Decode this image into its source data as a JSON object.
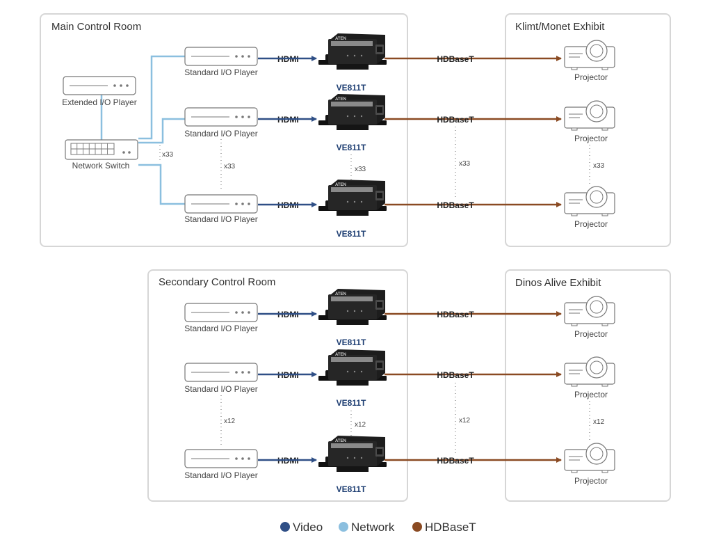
{
  "colors": {
    "video": "#2f4f86",
    "network": "#8bbfdf",
    "hdbaset": "#8a4a22",
    "panel_border": "#d6d6d6",
    "dotted": "#999999",
    "device_outline": "#777777"
  },
  "rooms": {
    "main_control": "Main Control Room",
    "secondary_control": "Secondary Control Room",
    "klimt_exhibit": "Klimt/Monet Exhibit",
    "dinos_exhibit": "Dinos Alive Exhibit"
  },
  "main": {
    "extended_player": "Extended I/O Player",
    "network_switch": "Network Switch",
    "switch_count": "x33",
    "player_label": "Standard I/O Player",
    "player_count": "x33",
    "hdmi": "HDMI",
    "extender_label": "VE811T",
    "extender_count": "x33",
    "hdbaset": "HDBaseT",
    "hdbaset_count": "x33",
    "projector_label": "Projector",
    "projector_count": "x33"
  },
  "secondary": {
    "player_label": "Standard I/O Player",
    "player_count": "x12",
    "hdmi": "HDMI",
    "extender_label": "VE811T",
    "extender_count": "x12",
    "hdbaset": "HDBaseT",
    "hdbaset_count": "x12",
    "projector_label": "Projector",
    "projector_count": "x12"
  },
  "legend": {
    "video": "Video",
    "network": "Network",
    "hdbaset": "HDBaseT"
  }
}
